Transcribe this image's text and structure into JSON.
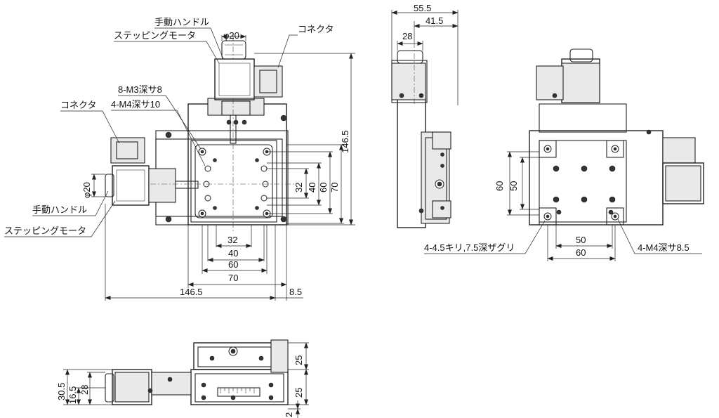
{
  "labels": {
    "manual_handle": "手動ハンドル",
    "stepping_motor": "ステッピングモータ",
    "connector": "コネクタ",
    "m3_holes": "8-M3深サ8",
    "m4_holes_top": "4-M4深サ10",
    "phi20": "φ20",
    "cbore": "4-4.5キリ,7.5深ザグリ",
    "m4_holes_bottom": "4-M4深サ8.5"
  },
  "dims": {
    "d32": "32",
    "d40": "40",
    "d60": "60",
    "d70": "70",
    "d146_5": "146.5",
    "d8_5": "8.5",
    "d55_5": "55.5",
    "d41_5": "41.5",
    "d28": "28",
    "d50": "50",
    "d25": "25",
    "d30_5": "30.5",
    "d16_5": "16.5",
    "d2": "2"
  }
}
